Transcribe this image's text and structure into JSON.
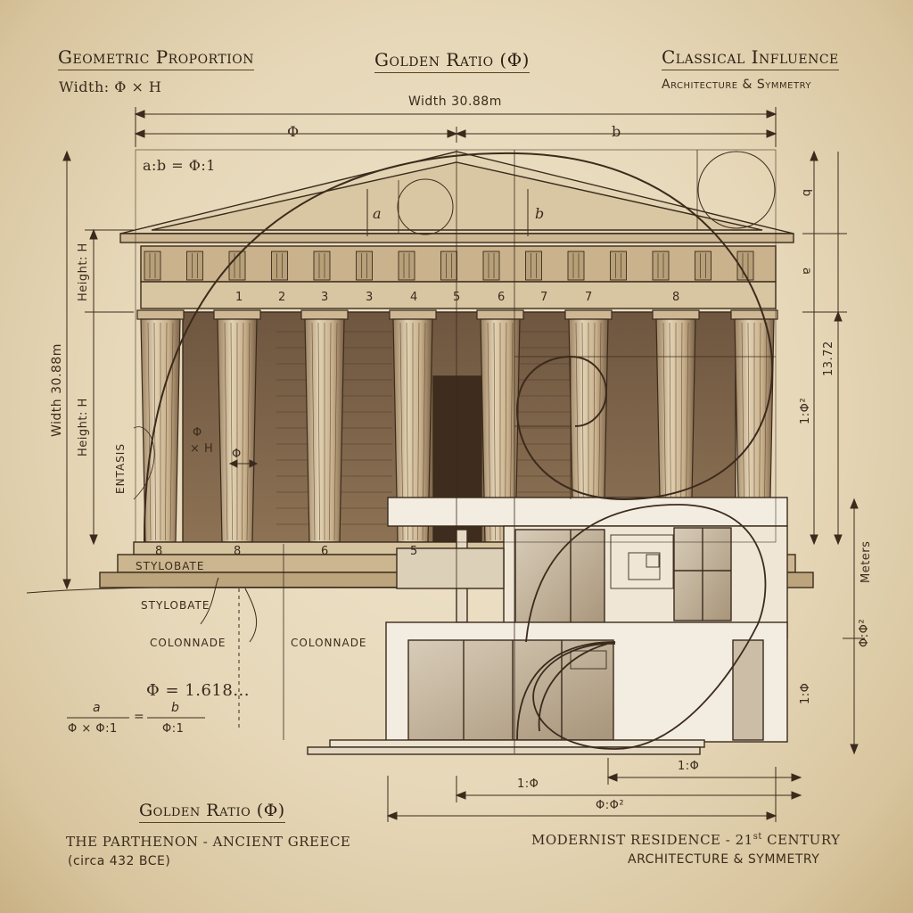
{
  "headers": {
    "left_title": "Geometric Proportion",
    "left_sub": "Width: Φ × H",
    "center_title": "Golden Ratio (Φ)",
    "right_title": "Classical Influence",
    "right_sub": "Architecture & Symmetry"
  },
  "dims": {
    "top_width": "Width 30.88m",
    "phi": "Φ",
    "b": "b",
    "ratio_ab": "a:b = Φ:1",
    "a_pedi": "a",
    "b_pedi": "b",
    "left_width": "Width 30.88m",
    "left_height_top": "Height: H",
    "left_height_mid": "Height: H",
    "right_b": "b",
    "right_a": "a",
    "right_1372": "13.72",
    "right_1phi2": "1:Φ²",
    "right_meters": "Meters",
    "right_phiphi2": "Φ:Φ²",
    "right_1phi": "1:Φ",
    "bottom_1phi_a": "1:Φ",
    "bottom_1phi_b": "1:Φ",
    "bottom_phiphi2": "Φ:Φ²"
  },
  "column_numbers": [
    "1",
    "2",
    "3",
    "3",
    "4",
    "5",
    "6",
    "7",
    "7",
    "8"
  ],
  "stylobate_numbers": [
    "8",
    "8",
    "6",
    "5"
  ],
  "annotations": {
    "entasis": "ENTASIS",
    "entasis_phi": "Φ",
    "entasis_xh": "× H",
    "phi_column": "Φ",
    "stylobate_on": "STYLOBATE",
    "stylobate_below": "STYLOBATE",
    "colonnade_left": "COLONNADE",
    "colonnade_right": "COLONNADE"
  },
  "formula": {
    "phi_value": "Φ = 1.618...",
    "num_left": "a",
    "den_left": "Φ × Φ:1",
    "equals": "=",
    "num_right": "b",
    "den_right": "Φ:1"
  },
  "footer": {
    "center_title": "Golden Ratio (Φ)",
    "left_line1": "THE PARTHENON - ANCIENT GREECE",
    "left_line2": "(circa 432 BCE)",
    "right_line1_pre": "MODERNIST RESIDENCE - 21",
    "right_line1_sup": "st",
    "right_line1_post": " CENTURY",
    "right_line2": "ARCHITECTURE & SYMMETRY"
  },
  "colors": {
    "ink": "#3b2b1c",
    "parchment": "#e8dcc2",
    "stone_dark": "#5c4632",
    "stone_mid": "#a88e6d",
    "modern_white": "#f3ece0"
  }
}
